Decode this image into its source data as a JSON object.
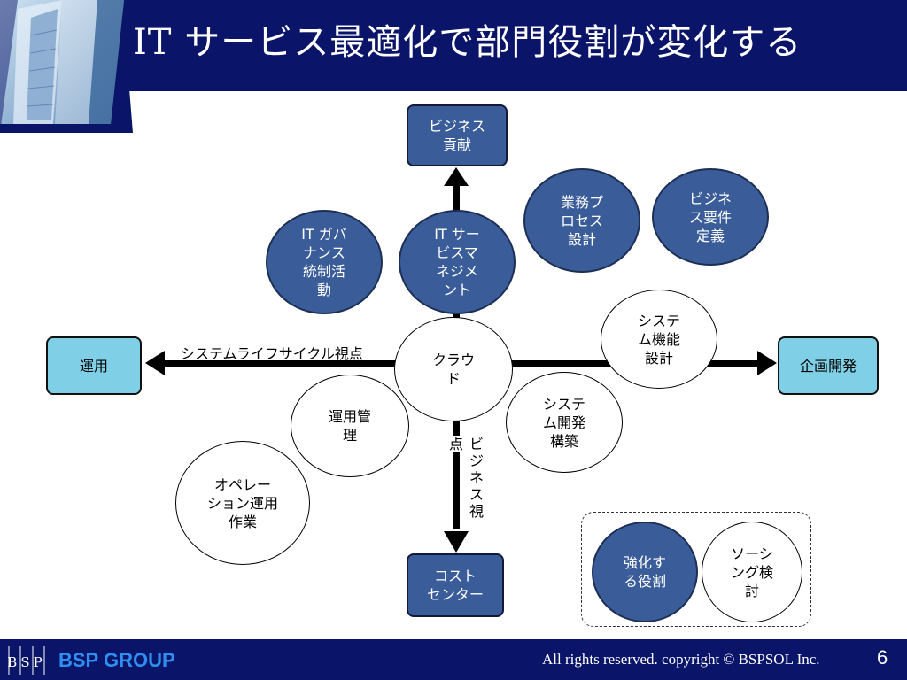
{
  "header": {
    "title": "IT サービス最適化で部門役割が変化する"
  },
  "diagram": {
    "axes": {
      "up_box": "ビジネス\n貢献",
      "down_box": "コスト\nセンター",
      "left_box": "運用",
      "right_box": "企画開発",
      "horizontal_axis_label": "システムライフサイクル視点",
      "vertical_axis_label_left": "点",
      "vertical_axis_label_right": "ビ\nジ\nネ\nス\n視"
    },
    "center": "クラウ\nド",
    "roles": {
      "it_governance": "IT ガバ\nナンス\n統制活\n動",
      "it_service_management": "IT サー\nビスマ\nネジメ\nント",
      "business_process_design": "業務プ\nロセス\n設計",
      "business_requirements": "ビジネ\nス要件\n定義",
      "system_function_design": "システ\nム機能\n設計",
      "operation_management": "運用管\n理",
      "system_development": "システ\nム開発\n構築",
      "operation_work": "オペレー\nション運用\n作業"
    },
    "legend": {
      "strengthen": "強化す\nる役割",
      "sourcing": "ソーシ\nング検\n討"
    }
  },
  "footer": {
    "brand": "BSP GROUP",
    "logo_text": "BSP",
    "copyright": "All rights reserved. copyright © BSPSOL Inc.",
    "page_number": "6"
  },
  "colors": {
    "header_bg": "#0a1468",
    "dark_node": "#3a5d9a",
    "light_node": "#7fd0e6",
    "brand_text": "#2e8ff0"
  }
}
